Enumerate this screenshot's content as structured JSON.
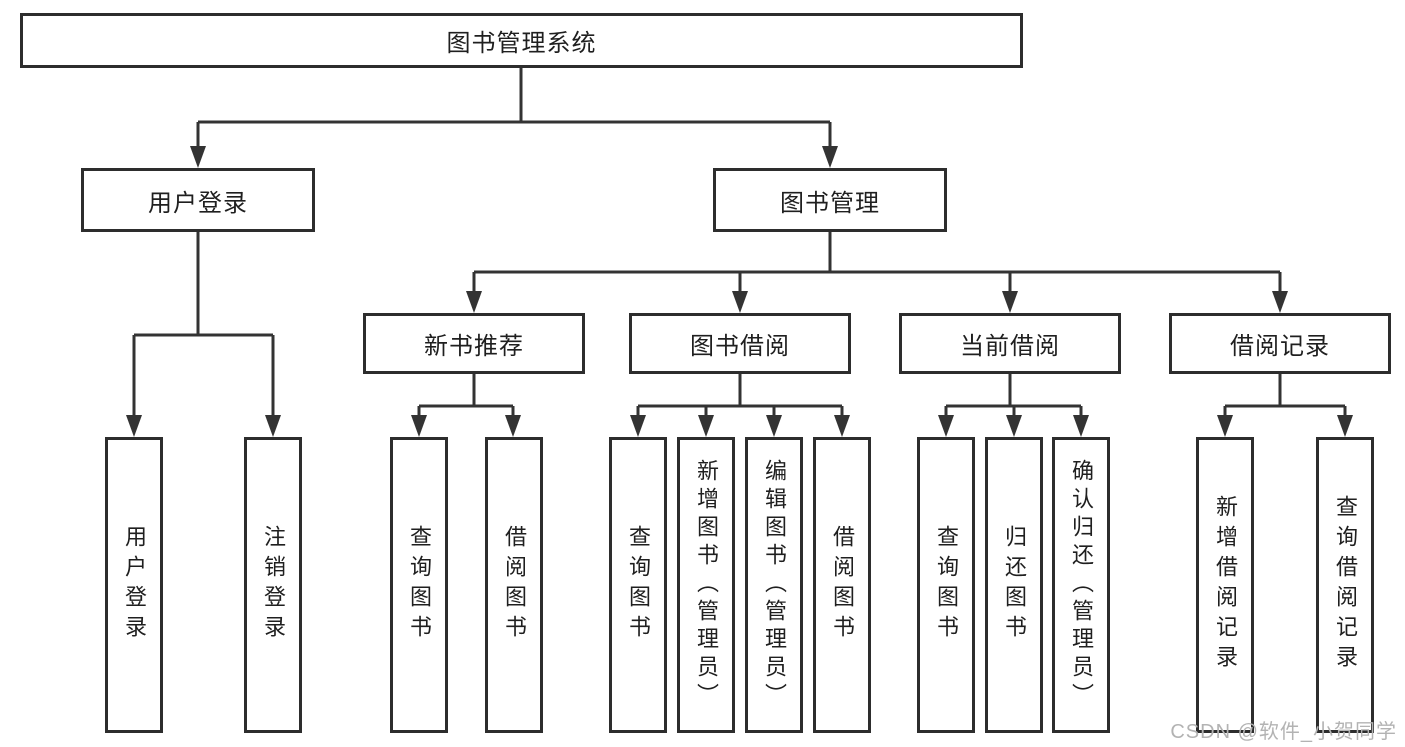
{
  "tree": {
    "root": "图书管理系统",
    "branches": [
      {
        "label": "用户登录",
        "leaves": [
          "用户登录",
          "注销登录"
        ]
      },
      {
        "label": "图书管理",
        "groups": [
          {
            "label": "新书推荐",
            "leaves": [
              "查询图书",
              "借阅图书"
            ]
          },
          {
            "label": "图书借阅",
            "leaves": [
              "查询图书",
              "新增图书（管理员）",
              "编辑图书（管理员）",
              "借阅图书"
            ]
          },
          {
            "label": "当前借阅",
            "leaves": [
              "查询图书",
              "归还图书",
              "确认归还（管理员）"
            ]
          },
          {
            "label": "借阅记录",
            "leaves": [
              "新增借阅记录",
              "查询借阅记录"
            ]
          }
        ]
      }
    ]
  },
  "watermark": "CSDN @软件_小贺同学",
  "colors": {
    "line": "#333333",
    "border": "#2d2d2d",
    "text": "#1f1f1f",
    "watermark": "#b3b3b3",
    "background": "#ffffff"
  }
}
